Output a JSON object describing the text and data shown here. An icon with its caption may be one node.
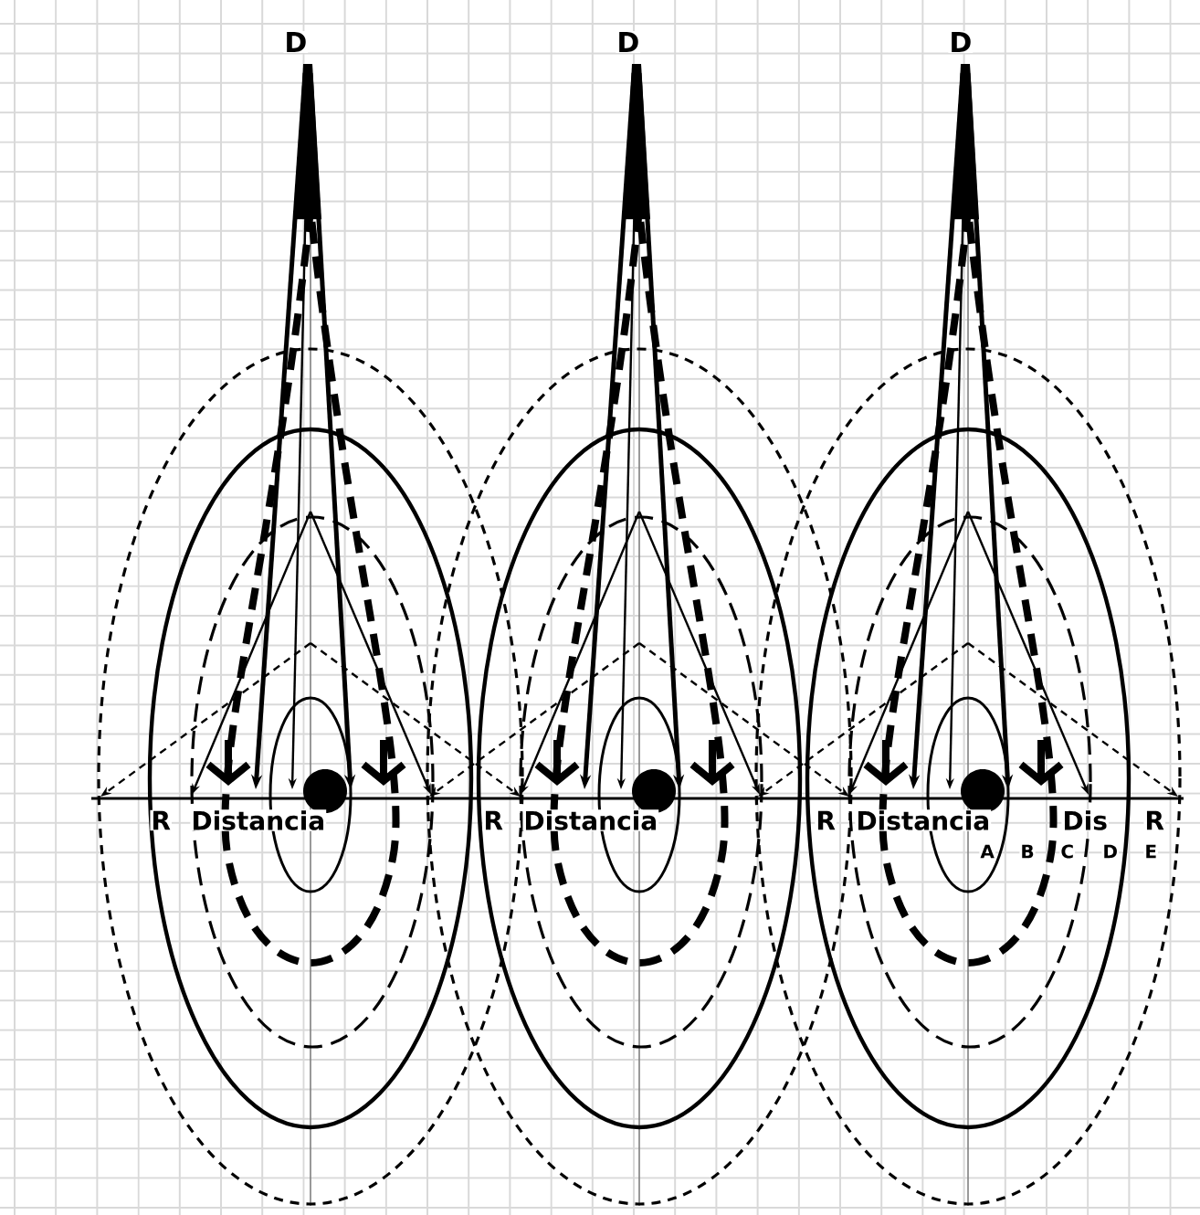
{
  "diagram": {
    "labels": [
      "D",
      "D",
      "D",
      "R",
      "Distancia",
      "R",
      "Distancia",
      "R",
      "Distancia",
      "Dis",
      "R",
      "A",
      "B",
      "C",
      "D",
      "E"
    ]
  }
}
